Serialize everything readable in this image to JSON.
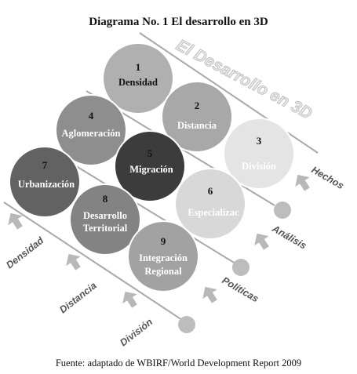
{
  "title": "Diagrama No. 1 El desarrollo en 3D",
  "watermark": "El Desarrollo en 3D",
  "source": "Fuente: adaptado de WBIRF/World Development Report 2009",
  "circles": [
    {
      "number": "1",
      "lines": [
        "Densidad"
      ],
      "fill": "#b0b0b0",
      "text": "#111111"
    },
    {
      "number": "2",
      "lines": [
        "Distancia"
      ],
      "fill": "#a8a8a8",
      "text": "#ffffff"
    },
    {
      "number": "3",
      "lines": [
        "División"
      ],
      "fill": "#e4e4e4",
      "text": "#ffffff"
    },
    {
      "number": "4",
      "lines": [
        "Aglomeración"
      ],
      "fill": "#8e8e8e",
      "text": "#ffffff"
    },
    {
      "number": "5",
      "lines": [
        "Migración"
      ],
      "fill": "#3c3c3c",
      "text": "#ffffff"
    },
    {
      "number": "6",
      "lines": [
        "Especializac"
      ],
      "fill": "#d8d8d8",
      "text": "#ffffff"
    },
    {
      "number": "7",
      "lines": [
        "Urbanización"
      ],
      "fill": "#626262",
      "text": "#ffffff"
    },
    {
      "number": "8",
      "lines": [
        "Desarrollo",
        "Territorial"
      ],
      "fill": "#838383",
      "text": "#ffffff"
    },
    {
      "number": "9",
      "lines": [
        "Integración",
        "Regional"
      ],
      "fill": "#a2a2a2",
      "text": "#ffffff"
    }
  ],
  "left_labels": [
    "Densidad",
    "Distancia",
    "División"
  ],
  "right_labels": [
    "Hechos",
    "Análisis",
    "Políticas"
  ],
  "colors": {
    "line": "#a9a9a9",
    "arrow": "#b8b8b8",
    "end_ball": "#bdbdbd"
  }
}
